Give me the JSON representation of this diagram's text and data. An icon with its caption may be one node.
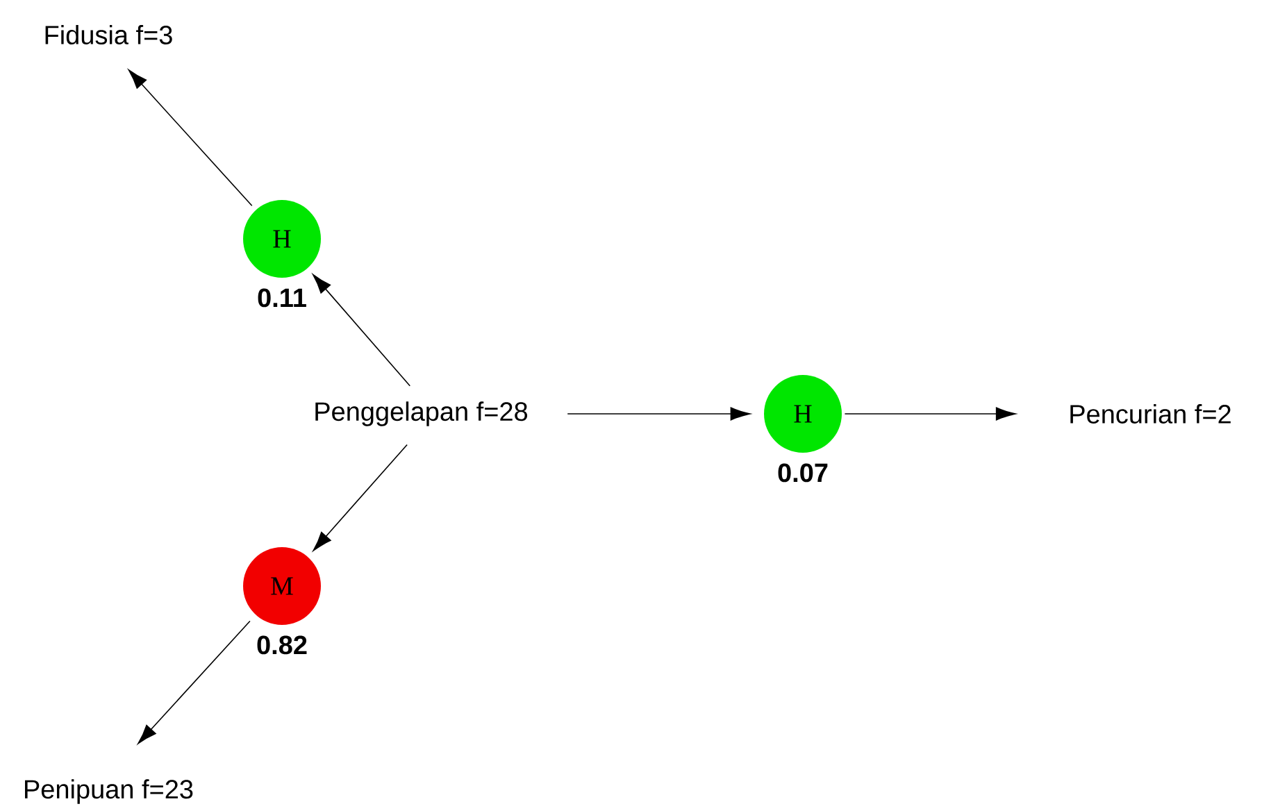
{
  "diagram": {
    "nodes": [
      {
        "text": [
          "Fidusia f=3"
        ]
      },
      {
        "text": [
          "H"
        ],
        "beside": [
          "0.11"
        ]
      },
      {
        "text": [
          "Penggelapan f=28"
        ]
      },
      {
        "text": [
          "H"
        ],
        "beside": [
          "0.07"
        ]
      },
      {
        "text": [
          "Pencurian f=2"
        ]
      },
      {
        "text": [
          "M"
        ],
        "beside": [
          "0.82"
        ]
      },
      {
        "text": [
          "Penipuan f=23"
        ]
      }
    ],
    "edges": [
      {
        "from": 2,
        "to": 1,
        "arrow": "to"
      },
      {
        "from": 1,
        "to": 0,
        "arrow": "to"
      },
      {
        "from": 2,
        "to": 3,
        "arrow": "to"
      },
      {
        "from": 3,
        "to": 4,
        "arrow": "to"
      },
      {
        "from": 2,
        "to": 5,
        "arrow": "to"
      },
      {
        "from": 5,
        "to": 6,
        "arrow": "to"
      }
    ]
  }
}
